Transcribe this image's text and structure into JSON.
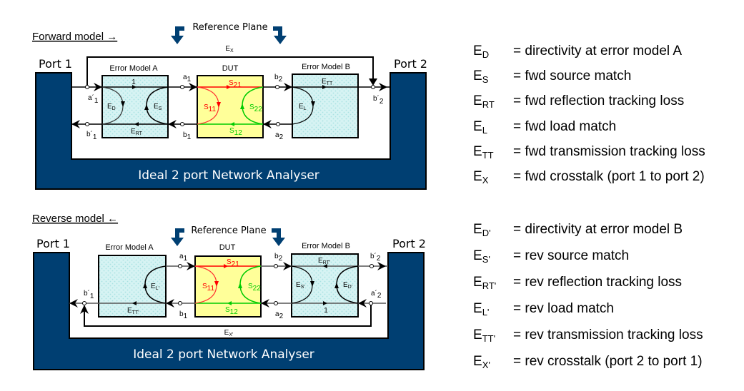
{
  "forward": {
    "title": "Forward model →",
    "reference_plane": "Reference Plane",
    "port1": "Port 1",
    "port2": "Port 2",
    "crosstalk": {
      "base": "E",
      "sub": "X"
    },
    "error_model_a": "Error Model A",
    "dut": "DUT",
    "error_model_b": "Error Model B",
    "analyser": "Ideal 2 port Network Analyser",
    "labels": {
      "a1p": {
        "base": "a´",
        "sub": "1"
      },
      "b1p": {
        "base": "b´",
        "sub": "1"
      },
      "a1": {
        "base": "a",
        "sub": "1"
      },
      "b1": {
        "base": "b",
        "sub": "1"
      },
      "b2": {
        "base": "b",
        "sub": "2"
      },
      "a2": {
        "base": "a",
        "sub": "2"
      },
      "b2p": {
        "base": "b´",
        "sub": "2"
      },
      "one": "1",
      "ed": {
        "base": "E",
        "sub": "D"
      },
      "es": {
        "base": "E",
        "sub": "S"
      },
      "ert": {
        "base": "E",
        "sub": "RT"
      },
      "el": {
        "base": "E",
        "sub": "L"
      },
      "ett": {
        "base": "E",
        "sub": "TT"
      },
      "s21": {
        "base": "S",
        "sub": "21"
      },
      "s11": {
        "base": "S",
        "sub": "11"
      },
      "s22": {
        "base": "S",
        "sub": "22"
      },
      "s12": {
        "base": "S",
        "sub": "12"
      }
    }
  },
  "reverse": {
    "title": "Reverse model ←",
    "reference_plane": "Reference Plane",
    "port1": "Port 1",
    "port2": "Port 2",
    "crosstalk": {
      "base": "E",
      "sub": "X'"
    },
    "error_model_a": "Error Model A",
    "dut": "DUT",
    "error_model_b": "Error Model B",
    "analyser": "Ideal 2 port Network Analyser",
    "labels": {
      "b1p": {
        "base": "b´",
        "sub": "1"
      },
      "a1": {
        "base": "a",
        "sub": "1"
      },
      "b1": {
        "base": "b",
        "sub": "1"
      },
      "b2": {
        "base": "b",
        "sub": "2"
      },
      "a2": {
        "base": "a",
        "sub": "2"
      },
      "b2p": {
        "base": "b´",
        "sub": "2"
      },
      "a2p": {
        "base": "a´",
        "sub": "2"
      },
      "one": "1",
      "el": {
        "base": "E",
        "sub": "L'"
      },
      "ett": {
        "base": "E",
        "sub": "TT'"
      },
      "es": {
        "base": "E",
        "sub": "S'"
      },
      "ed": {
        "base": "E",
        "sub": "D'"
      },
      "ert": {
        "base": "E",
        "sub": "RT'"
      },
      "s21": {
        "base": "S",
        "sub": "21"
      },
      "s11": {
        "base": "S",
        "sub": "11"
      },
      "s22": {
        "base": "S",
        "sub": "22"
      },
      "s12": {
        "base": "S",
        "sub": "12"
      }
    }
  },
  "legend_forward": [
    {
      "base": "E",
      "sub": "D",
      "text": "= directivity at error model A"
    },
    {
      "base": "E",
      "sub": "S",
      "text": "= fwd source match"
    },
    {
      "base": "E",
      "sub": "RT",
      "text": "= fwd reflection tracking loss"
    },
    {
      "base": "E",
      "sub": "L",
      "text": "= fwd load match"
    },
    {
      "base": "E",
      "sub": "TT",
      "text": "= fwd transmission tracking loss"
    },
    {
      "base": "E",
      "sub": "X",
      "text": "= fwd crosstalk (port 1 to port 2)"
    }
  ],
  "legend_reverse": [
    {
      "base": "E",
      "sub": "D'",
      "text": "= directivity at error model B"
    },
    {
      "base": "E",
      "sub": "S'",
      "text": "= rev source match"
    },
    {
      "base": "E",
      "sub": "RT'",
      "text": "= rev reflection tracking loss"
    },
    {
      "base": "E",
      "sub": "L'",
      "text": "= rev load match"
    },
    {
      "base": "E",
      "sub": "TT'",
      "text": "= rev transmission tracking loss"
    },
    {
      "base": "E",
      "sub": "X'",
      "text": "= rev crosstalk (port 2 to port 1)"
    }
  ],
  "colors": {
    "analyser_blue": "#003f72",
    "error_box_fill": "#d4f2f2",
    "dut_fill": "#ffff99",
    "s_red": "#ff0000",
    "s_green": "#00cc00"
  }
}
